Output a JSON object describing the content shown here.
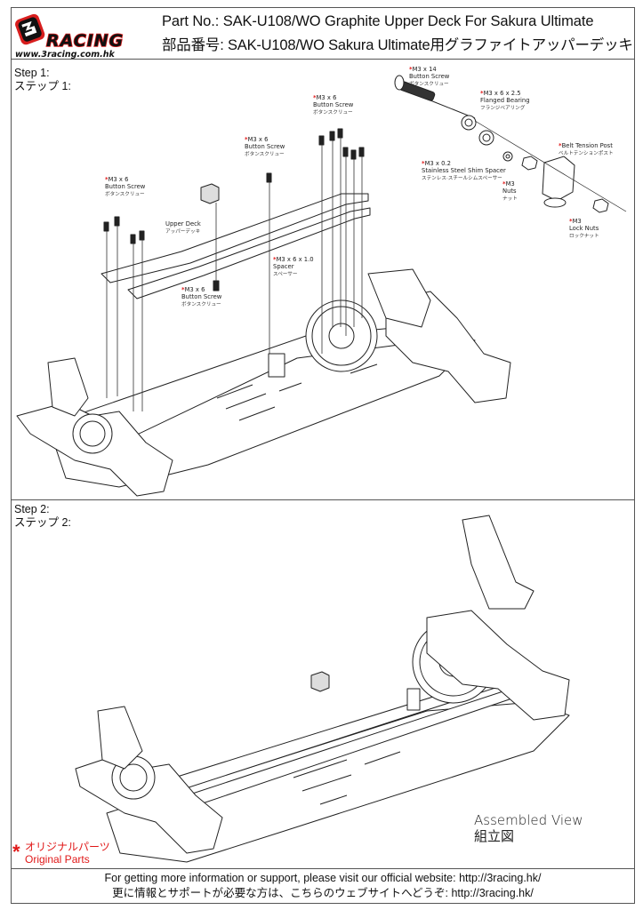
{
  "header": {
    "logo": {
      "brand_text": "RACING",
      "brand_number": "3",
      "website": "www.3racing.com.hk",
      "colors": {
        "red": "#d81e1e",
        "black": "#111111"
      }
    },
    "title_en": "Part No.: SAK-U108/WO Graphite Upper Deck For Sakura Ultimate",
    "title_jp": "部品番号: SAK-U108/WO Sakura Ultimate用グラファイトアッパーデッキ"
  },
  "step1": {
    "label_en": "Step 1:",
    "label_jp": "ステップ 1:",
    "callouts": [
      {
        "id": "m3x14",
        "spec": "M3 x 14",
        "name_en": "Button Screw",
        "name_jp": "ボタンスクリュー",
        "original": true
      },
      {
        "id": "bearing",
        "spec": "M3 x 6 x 2.5",
        "name_en": "Flanged Bearing",
        "name_jp": "フランジベアリング",
        "original": true
      },
      {
        "id": "shim",
        "spec": "M3 x 0.2",
        "name_en": "Stainless Steel Shim Spacer",
        "name_jp": "ステンレス·スチールシムスペーサー",
        "original": true
      },
      {
        "id": "nuts",
        "spec": "M3",
        "name_en": "Nuts",
        "name_jp": "ナット",
        "original": true
      },
      {
        "id": "post",
        "spec": "Belt Tension Post",
        "name_en": "",
        "name_jp": "ベルトテンションポスト",
        "original": true
      },
      {
        "id": "locknuts",
        "spec": "M3",
        "name_en": "Lock Nuts",
        "name_jp": "ロックナット",
        "original": true
      },
      {
        "id": "screw-rear",
        "spec": "M3 x 6",
        "name_en": "Button Screw",
        "name_jp": "ボタンスクリュー",
        "original": true
      },
      {
        "id": "screw-mid",
        "spec": "M3 x 6",
        "name_en": "Button Screw",
        "name_jp": "ボタンスクリュー",
        "original": true
      },
      {
        "id": "screw-front",
        "spec": "M3 x 6",
        "name_en": "Button Screw",
        "name_jp": "ボタンスクリュー",
        "original": true
      },
      {
        "id": "screw-bottom",
        "spec": "M3 x 6",
        "name_en": "Button Screw",
        "name_jp": "ボタンスクリュー",
        "original": true
      },
      {
        "id": "spacer",
        "spec": "M3 x 6 x 1.0",
        "name_en": "Spacer",
        "name_jp": "スペーサー",
        "original": true
      },
      {
        "id": "upper-deck",
        "spec": "",
        "name_en": "Upper Deck",
        "name_jp": "アッパーデッキ",
        "original": false
      }
    ]
  },
  "step2": {
    "label_en": "Step 2:",
    "label_jp": "ステップ 2:",
    "assembled_en": "Assembled View",
    "assembled_jp": "組立図"
  },
  "legend": {
    "star": "*",
    "jp": "オリジナルパーツ",
    "en": "Original Parts",
    "color": "#e01818"
  },
  "footer": {
    "line_en": "For getting more information or support, please visit our official website: http://3racing.hk/",
    "line_jp": "更に情報とサポートが必要な方は、こちらのウェブサイトへどうぞ: http://3racing.hk/"
  }
}
